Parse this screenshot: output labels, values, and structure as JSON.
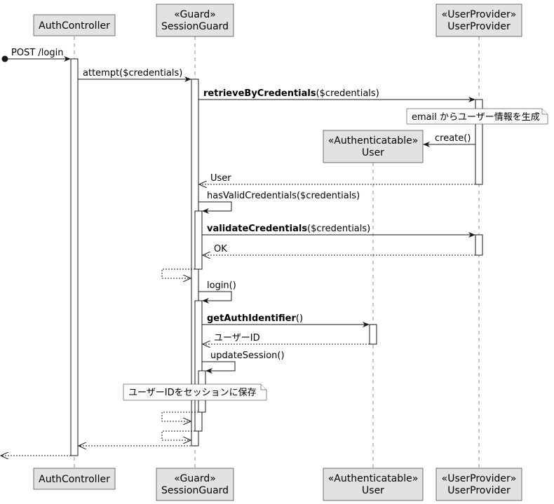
{
  "participants": [
    {
      "id": "auth",
      "stereotype": "",
      "name": "AuthController"
    },
    {
      "id": "guard",
      "stereotype": "«Guard»",
      "name": "SessionGuard"
    },
    {
      "id": "user",
      "stereotype": "«Authenticatable»",
      "name": "User"
    },
    {
      "id": "provider",
      "stereotype": "«UserProvider»",
      "name": "UserProvider"
    }
  ],
  "messages": [
    {
      "from": "start",
      "to": "auth",
      "label": "POST /login",
      "dashed": false
    },
    {
      "from": "auth",
      "to": "guard",
      "label": "attempt($credentials)",
      "dashed": false
    },
    {
      "from": "guard",
      "to": "provider",
      "bold": "retrieveByCredentials",
      "label": "($credentials)",
      "dashed": false
    },
    {
      "from": "provider",
      "to": "user",
      "label": "create()",
      "dashed": false
    },
    {
      "from": "provider",
      "to": "guard",
      "label": "User",
      "dashed": true
    },
    {
      "from": "guard",
      "to": "guard",
      "label": "hasValidCredentials($credentials)",
      "dashed": false
    },
    {
      "from": "guard",
      "to": "provider",
      "bold": "validateCredentials",
      "label": "($credentials)",
      "dashed": false
    },
    {
      "from": "provider",
      "to": "guard",
      "label": "OK",
      "dashed": true
    },
    {
      "from": "guard",
      "to": "guard",
      "label": "",
      "dashed": true
    },
    {
      "from": "guard",
      "to": "guard",
      "label": "login()",
      "dashed": false
    },
    {
      "from": "guard",
      "to": "user",
      "bold": "getAuthIdentifier",
      "label": "()",
      "dashed": false
    },
    {
      "from": "user",
      "to": "guard",
      "label": "ユーザーID",
      "dashed": true
    },
    {
      "from": "guard",
      "to": "guard",
      "label": "updateSession()",
      "dashed": false
    },
    {
      "from": "guard",
      "to": "guard",
      "label": "",
      "dashed": true
    },
    {
      "from": "guard",
      "to": "guard",
      "label": "",
      "dashed": true
    },
    {
      "from": "guard",
      "to": "auth",
      "label": "",
      "dashed": true
    },
    {
      "from": "auth",
      "to": "end",
      "label": "",
      "dashed": true
    }
  ],
  "notes": [
    {
      "text": "email からユーザー情報を生成"
    },
    {
      "text": "ユーザーIDをセッションに保存"
    }
  ]
}
